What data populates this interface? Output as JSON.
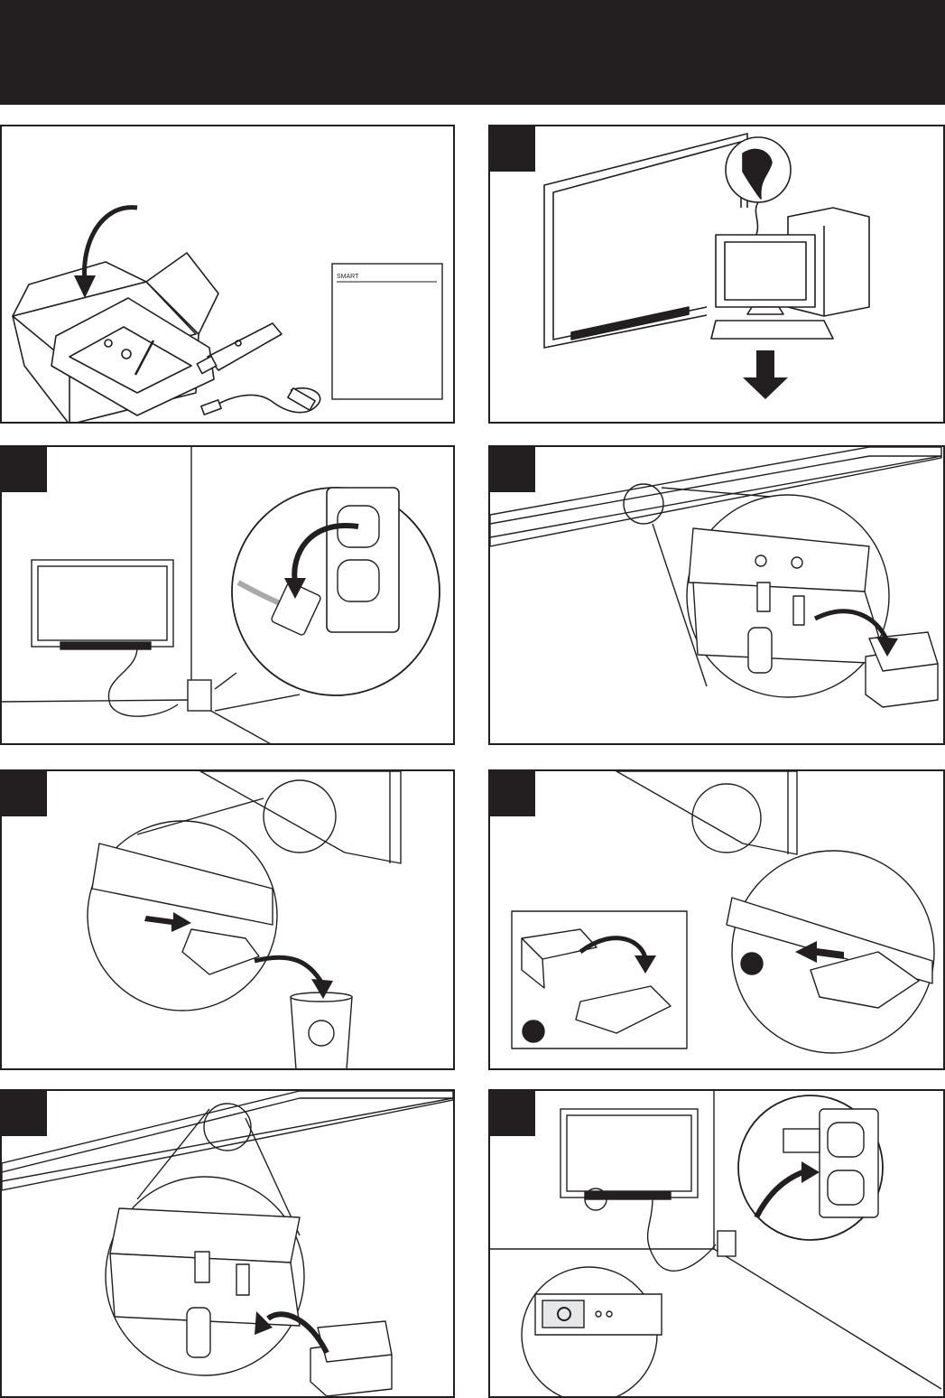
{
  "header": {
    "title": ""
  },
  "colors": {
    "ink": "#231f20",
    "inset_grey": "#d1d3d4",
    "page": "#ffffff"
  },
  "steps": [
    {
      "number": "",
      "illustration": "unpack-box-and-accessories"
    },
    {
      "number": "",
      "illustration": "shutdown-computer"
    },
    {
      "number": "",
      "illustration": "unplug-power-cord"
    },
    {
      "number": "",
      "illustration": "remove-screws"
    },
    {
      "number": "",
      "illustration": "remove-old-module"
    },
    {
      "number": "",
      "illustration": "insert-new-module"
    },
    {
      "number": "",
      "illustration": "replace-screws"
    },
    {
      "number": "",
      "illustration": "reconnect-power"
    }
  ],
  "labels": {
    "smart_logo": "SMART"
  }
}
